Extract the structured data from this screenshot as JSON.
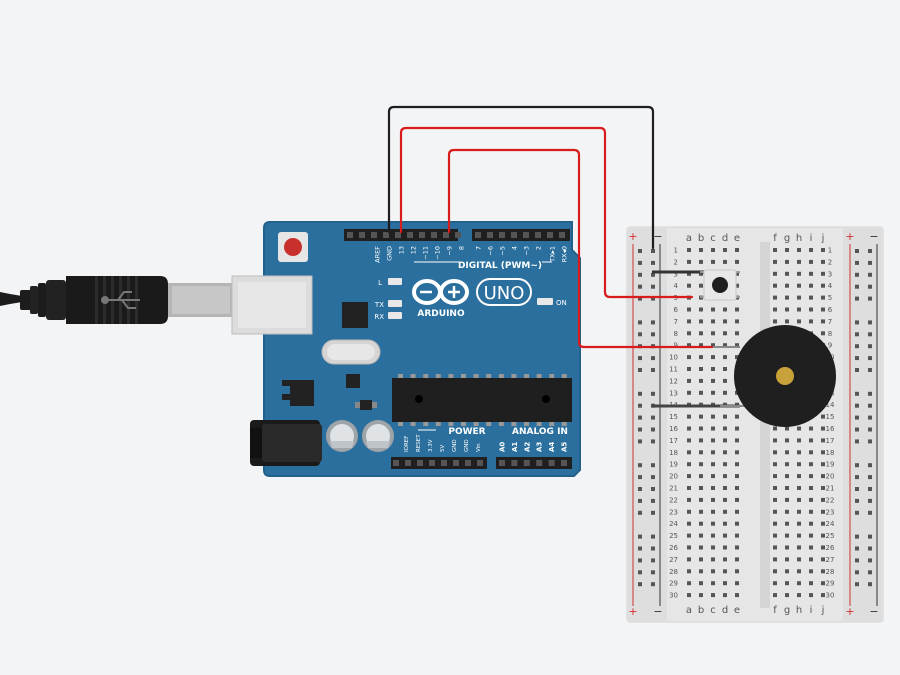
{
  "arduino": {
    "digital_header_labels": [
      "AREF",
      "GND",
      "13",
      "12",
      "~11",
      "~10",
      "~9",
      "8",
      "7",
      "~6",
      "~5",
      "4",
      "~3",
      "2",
      "TX▸1",
      "RX◂0"
    ],
    "digital_title": "DIGITAL (PWM~)",
    "led_labels": [
      "L",
      "TX",
      "RX"
    ],
    "on_label": "ON",
    "brand": "ARDUINO",
    "model": "UNO",
    "power_title": "POWER",
    "analog_title": "ANALOG IN",
    "power_pins": [
      "IOREF",
      "RESET",
      "3.3V",
      "5V",
      "GND",
      "GND",
      "Vin"
    ],
    "analog_pins": [
      "A0",
      "A1",
      "A2",
      "A3",
      "A4",
      "A5"
    ]
  },
  "breadboard": {
    "columns_left": [
      "a",
      "b",
      "c",
      "d",
      "e"
    ],
    "columns_right": [
      "f",
      "g",
      "h",
      "i",
      "j"
    ],
    "row_count": 30,
    "plus_symbol": "+",
    "minus_symbol": "−"
  },
  "colors": {
    "background": "#f3f4f6",
    "board_blue": "#2a6f9e",
    "wire_red": "#d81b1b",
    "wire_black": "#1e1e1e",
    "rail_red": "#d33030",
    "rail_blue": "#333333"
  }
}
